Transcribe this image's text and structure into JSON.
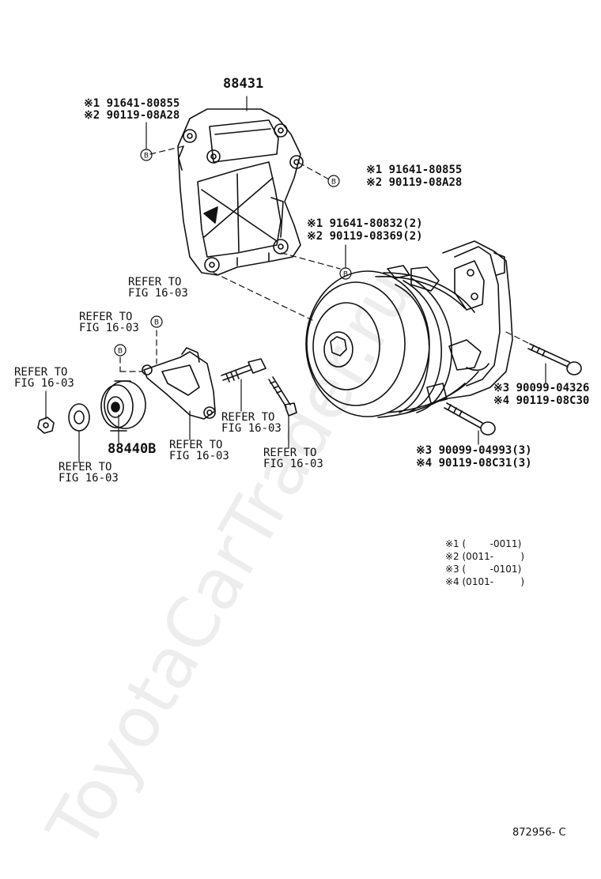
{
  "watermark": "ToyotaCarTrader.ru",
  "drawing_code": "872956- C",
  "labels": {
    "bracket_part": "88431",
    "b1_l1": "※1 91641-80855",
    "b1_l2": "※2 90119-08A28",
    "b2_l1": "※1 91641-80855",
    "b2_l2": "※2 90119-08A28",
    "b3_l1": "※1 91641-80832(2)",
    "b3_l2": "※2 90119-08369(2)",
    "r1_l1": "REFER TO",
    "r1_l2": "FIG 16-03",
    "r2_l1": "REFER TO",
    "r2_l2": "FIG 16-03",
    "r3_l1": "REFER TO",
    "r3_l2": "FIG 16-03",
    "r4_l1": "REFER TO",
    "r4_l2": "FIG 16-03",
    "r5_l1": "REFER TO",
    "r5_l2": "FIG 16-03",
    "r6_l1": "REFER TO",
    "r6_l2": "FIG 16-03",
    "r7_l1": "REFER TO",
    "r7_l2": "FIG 16-03",
    "pulley_part": "88440B",
    "bolt1_l1": "※3 90099-04326",
    "bolt1_l2": "※4 90119-08C30",
    "bolt2_l1": "※3 90099-04993(3)",
    "bolt2_l2": "※4 90119-08C31(3)"
  },
  "legend": [
    "※1 (        -0011)",
    "※2 (0011-         )",
    "※3 (        -0101)",
    "※4 (0101-         )"
  ],
  "callout_letter": "B"
}
